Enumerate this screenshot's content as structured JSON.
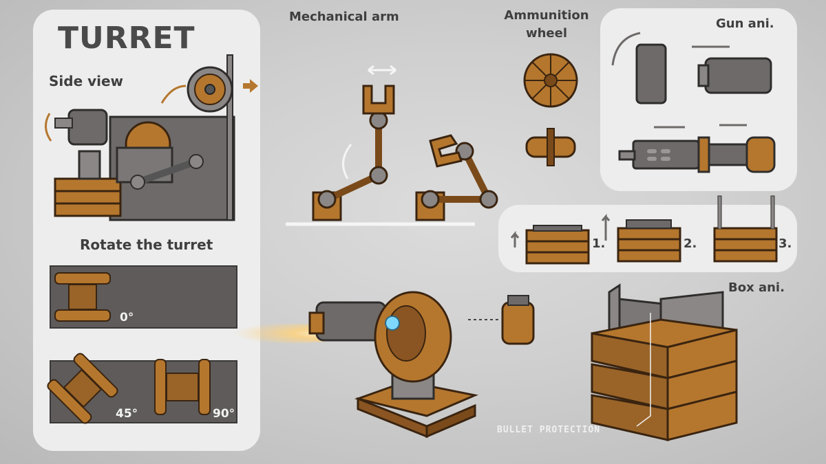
{
  "sheet": {
    "title": "TURRET",
    "side_view_label": "Side view",
    "rotate_label": "Rotate the turret",
    "rotation_angles": [
      "0°",
      "45°",
      "90°"
    ],
    "mechanical_arm_label": "Mechanical arm",
    "ammunition_wheel_label": "Ammunition\nwheel",
    "gun_ani_label": "Gun ani.",
    "box_ani_label": "Box ani.",
    "box_steps": [
      "1.",
      "2.",
      "3."
    ],
    "bullet_protection_label": "BULLET PROTECTION"
  },
  "colors": {
    "wood": "#b5772e",
    "wood_dark": "#7a4a1a",
    "metal": "#6d6a69",
    "metal_light": "#9a9796",
    "panel": "#ededed",
    "glow": "#7fd9ff"
  },
  "icons": [
    "rotate-arrow-icon",
    "double-arrow-icon",
    "curved-arrow-icon",
    "up-arrow-icon",
    "left-arrow-icon"
  ]
}
